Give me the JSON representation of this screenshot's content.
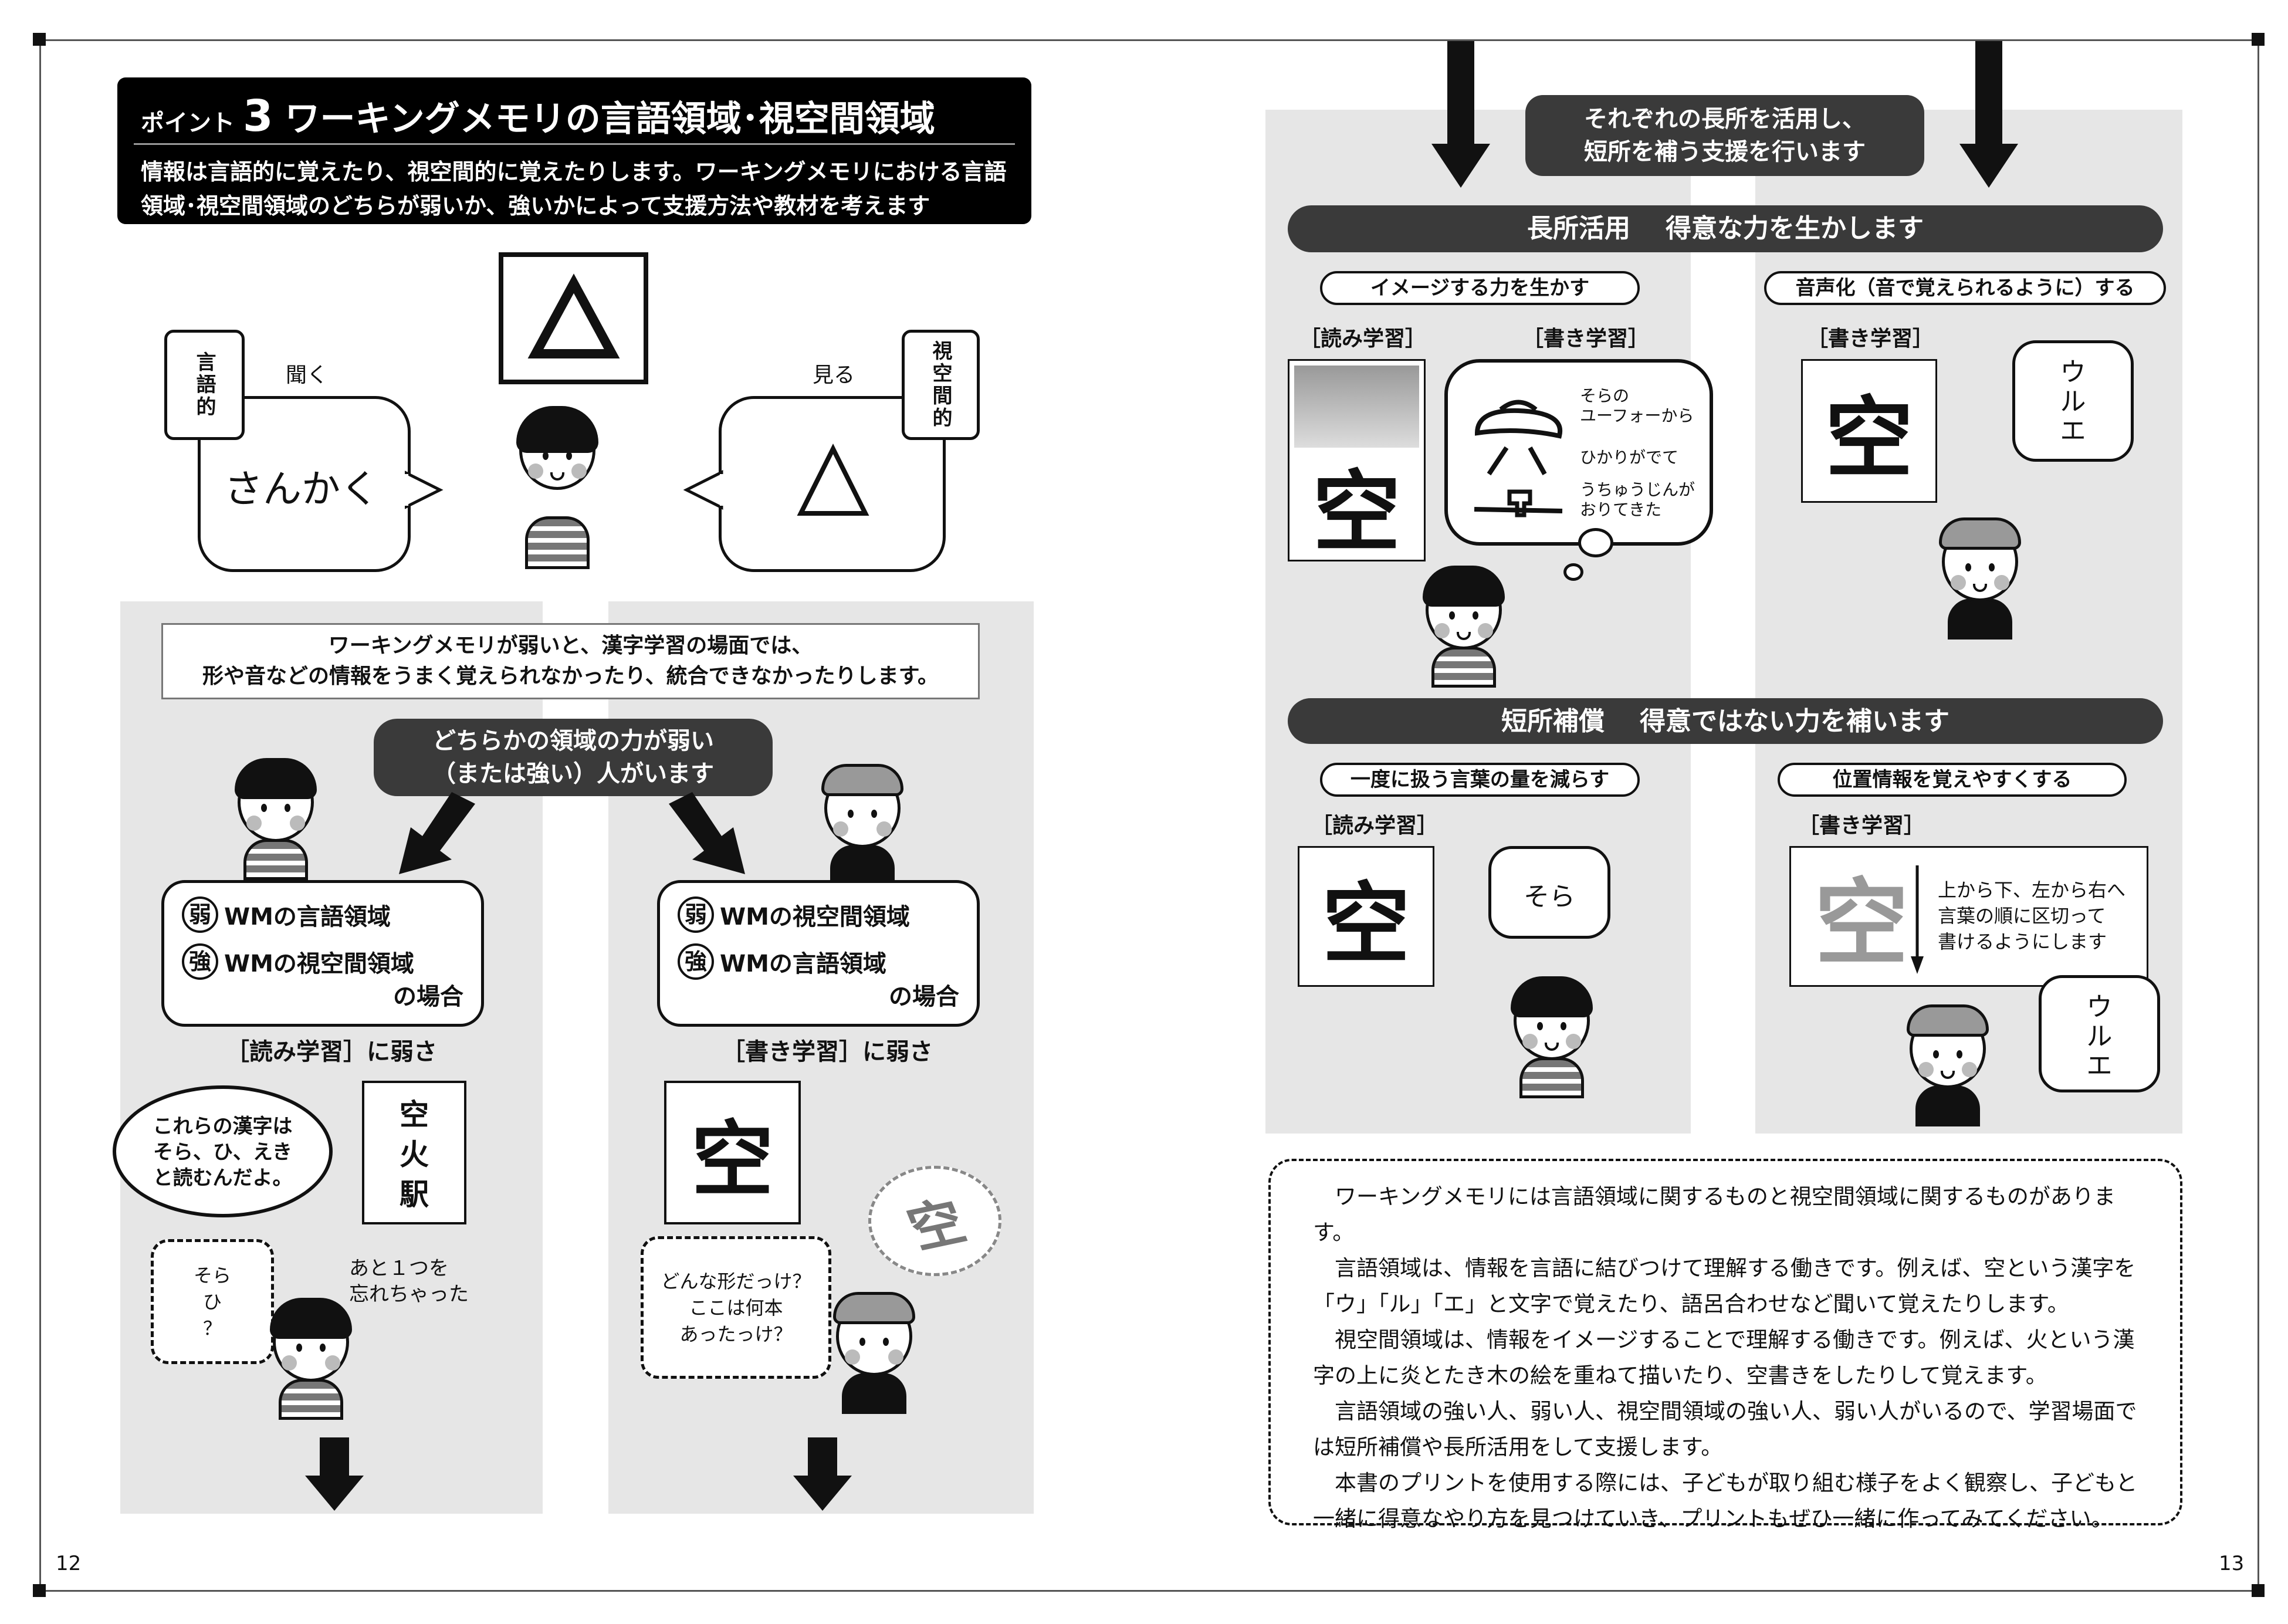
{
  "page_numbers": {
    "left": "12",
    "right": "13"
  },
  "header": {
    "point_label": "ポイント",
    "point_number": "3",
    "title": "ワーキングメモリの言語領域･視空間領域",
    "description": "情報は言語的に覚えたり、視空間的に覚えたりします。ワーキングメモリにおける言語\n領域･視空間領域のどちらが弱いか、強いかによって支援方法や教材を考えます"
  },
  "intro_figure": {
    "verbal_tag": "言語的",
    "hear": "聞く",
    "verbal_bubble": "さんかく",
    "visual_tag": "視空間的",
    "see": "見る",
    "triangle_symbol": "△"
  },
  "left_page": {
    "notice": "ワーキングメモリが弱いと、漢字学習の場面では、\n形や音などの情報をうまく覚えられなかったり、統合できなかったりします。",
    "pill": "どちらかの領域の力が弱い\n（または強い）人がいます",
    "case_left": {
      "weak_mark": "弱",
      "weak": "WMの言語領域",
      "strong_mark": "強",
      "strong": "WMの視空間領域",
      "suffix": "の場合",
      "result": "［読み学習］に弱さ",
      "speech": "これらの漢字は\nそら、ひ、えき\nと読むんだよ。",
      "kanji_card": "空\n火\n駅",
      "kid_bubble": "そら\nひ\n？",
      "kid_caption": "あと１つを\n忘れちゃった"
    },
    "case_right": {
      "weak_mark": "弱",
      "weak": "WMの視空間領域",
      "strong_mark": "強",
      "strong": "WMの言語領域",
      "suffix": "の場合",
      "result": "［書き学習］に弱さ",
      "kanji_card": "空",
      "thought_kanji": "空",
      "kid_bubble": "どんな形だっけ？\nここは何本\nあったっけ？"
    }
  },
  "right_page": {
    "top_pill": "それぞれの長所を活用し、\n短所を補う支援を行います",
    "strength": {
      "title": "長所活用",
      "subtitle": "得意な力を生かします",
      "left": {
        "pill": "イメージする力を生かす",
        "read_label": "［読み学習］",
        "write_label": "［書き学習］",
        "kanji": "空",
        "ufo_lines": [
          "そらの\nユーフォーから",
          "ひかりがでて",
          "うちゅうじんが\nおりてきた"
        ]
      },
      "right": {
        "pill": "音声化（音で覚えられるように）する",
        "write_label": "［書き学習］",
        "kanji": "空",
        "bubble": "ウ\nル\nエ"
      }
    },
    "weakness": {
      "title": "短所補償",
      "subtitle": "得意ではない力を補います",
      "left": {
        "pill": "一度に扱う言葉の量を減らす",
        "read_label": "［読み学習］",
        "kanji": "空",
        "bubble": "そら"
      },
      "right": {
        "pill": "位置情報を覚えやすくする",
        "write_label": "［書き学習］",
        "kanji": "空",
        "note": "上から下、左から右へ\n言葉の順に区切って\n書けるようにします",
        "bubble": "ウ\nル\nエ"
      }
    },
    "summary": [
      "ワーキングメモリには言語領域に関するものと視空間領域に関するものがあります。",
      "言語領域は、情報を言語に結びつけて理解する働きです。例えば、空という漢字を「ウ」「ル」「エ」と文字で覚えたり、語呂合わせなど聞いて覚えたりします。",
      "視空間領域は、情報をイメージすることで理解する働きです。例えば、火という漢字の上に炎とたき木の絵を重ねて描いたり、空書きをしたりして覚えます。",
      "言語領域の強い人、弱い人、視空間領域の強い人、弱い人がいるので、学習場面では短所補償や長所活用をして支援します。",
      "本書のプリントを使用する際には、子どもが取り組む様子をよく観察し、子どもと一緒に得意なやり方を見つけていき、プリントもぜひ一緒に作ってみてください。"
    ]
  },
  "colors": {
    "panel": "#e6e6e6",
    "pill": "#3a3a3a",
    "ink": "#111111"
  }
}
